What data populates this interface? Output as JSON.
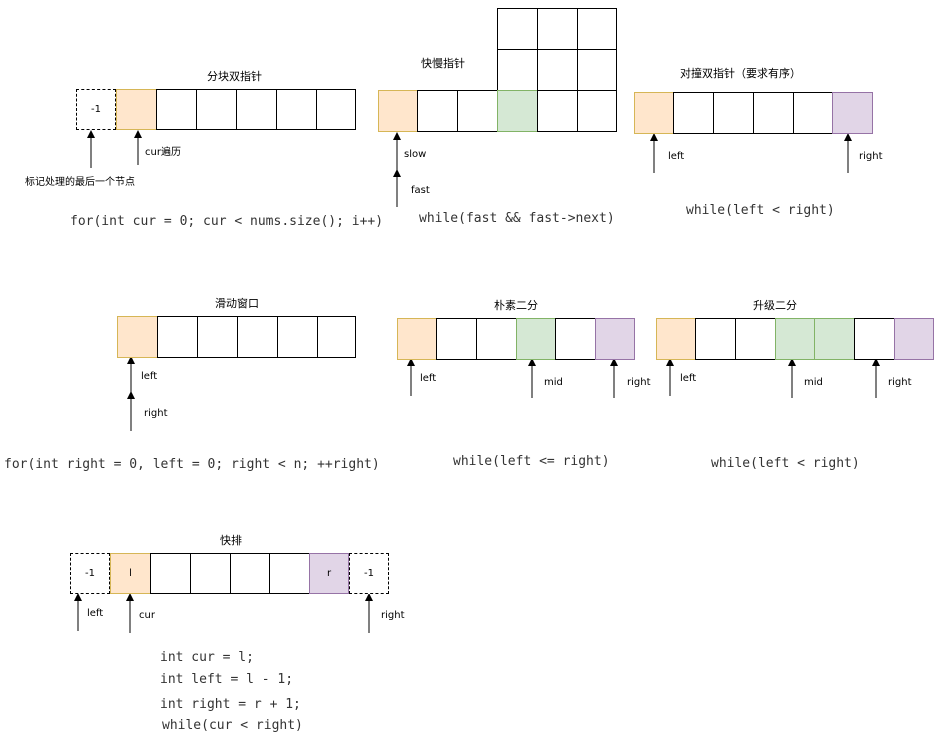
{
  "diagrams": {
    "block_two_pointers": {
      "title": "分块双指针",
      "cell_sentinel": "-1",
      "label_cur": "cur遍历",
      "label_marker": "标记处理的最后一个节点",
      "code": "for(int cur = 0; cur < nums.size(); i++)"
    },
    "fast_slow": {
      "title": "快慢指针",
      "label_slow": "slow",
      "label_fast": "fast",
      "code": "while(fast && fast->next)"
    },
    "collision": {
      "title": "对撞双指针（要求有序）",
      "label_left": "left",
      "label_right": "right",
      "code": "while(left < right)"
    },
    "sliding_window": {
      "title": "滑动窗口",
      "label_left": "left",
      "label_right": "right",
      "code": "for(int right = 0, left = 0; right < n; ++right)"
    },
    "plain_binary": {
      "title": "朴素二分",
      "label_left": "left",
      "label_mid": "mid",
      "label_right": "right",
      "code": "while(left <= right)"
    },
    "upgraded_binary": {
      "title": "升级二分",
      "label_left": "left",
      "label_mid": "mid",
      "label_right": "right",
      "code": "while(left < right)"
    },
    "quicksort": {
      "title": "快排",
      "cell_left_sentinel": "-1",
      "cell_l": "l",
      "cell_r": "r",
      "cell_right_sentinel": "-1",
      "label_left": "left",
      "label_cur": "cur",
      "label_right": "right",
      "code_lines": [
        "int cur = l;",
        "int left = l - 1;",
        "int right = r + 1;",
        "while(cur < right)"
      ]
    }
  },
  "colors": {
    "orange_fill": "#ffe6cc",
    "green_fill": "#d5e8d4",
    "purple_fill": "#e1d5e7"
  }
}
